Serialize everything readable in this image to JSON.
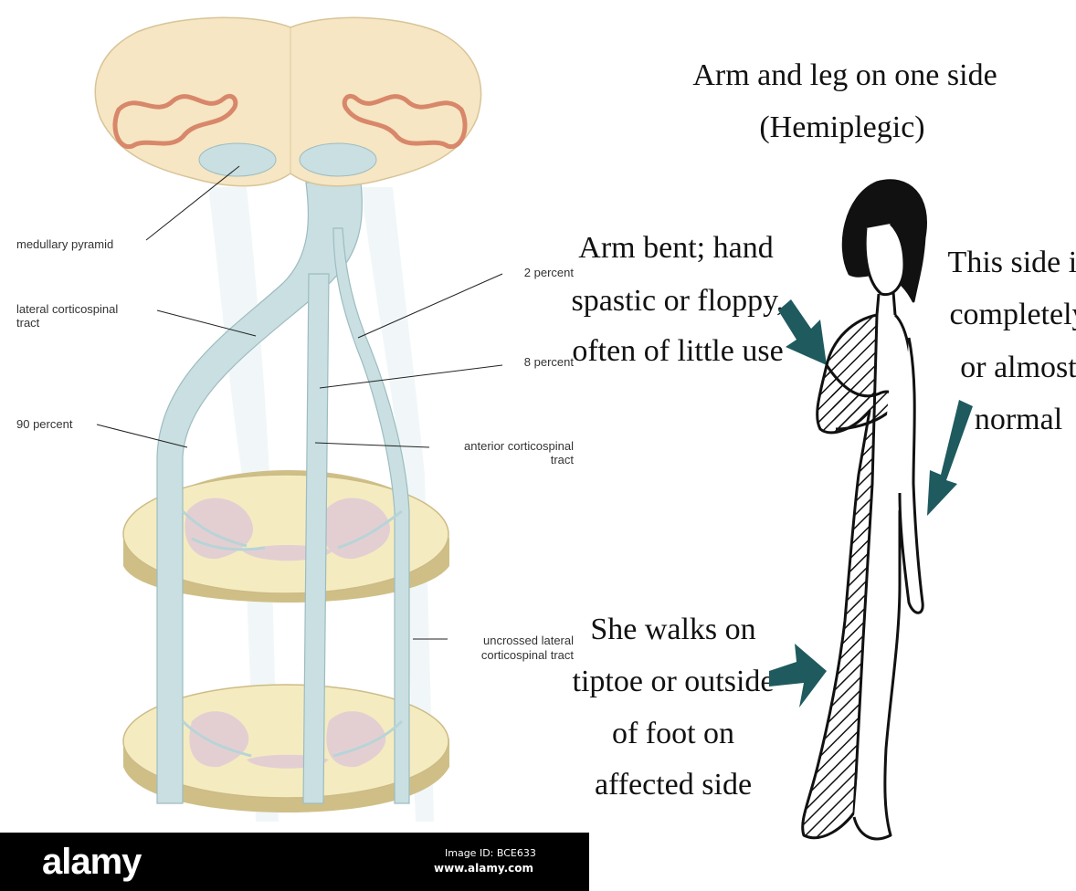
{
  "left_diagram": {
    "labels": {
      "medullary_pyramid": "medullary pyramid",
      "lateral_tract_line1": "lateral corticospinal",
      "lateral_tract_line2": "tract",
      "ninety_percent": "90 percent",
      "two_percent": "2 percent",
      "eight_percent": "8 percent",
      "anterior_line1": "anterior corticospinal",
      "anterior_line2": "tract",
      "uncrossed_line1": "uncrossed lateral",
      "uncrossed_line2": "corticospinal tract"
    },
    "colors": {
      "tissue": "#f6e6c3",
      "tissue_edge": "#d8c498",
      "gray_matter": "#d8876a",
      "tract": "#c9dfe1",
      "tract_edge": "#9dbcc0",
      "spinal_disc": "#f4ecc0",
      "spinal_gray": "#e3cfd2"
    }
  },
  "right_diagram": {
    "title_line1": "Arm and leg on one side",
    "title_line2": "(Hemiplegic)",
    "left_top_line1": "Arm bent; hand",
    "left_top_line2": "spastic or floppy,",
    "left_top_line3": "often of little use",
    "right_line1": "This side is",
    "right_line2": "completely",
    "right_line3": "or almost",
    "right_line4": "normal",
    "left_bottom_line1": "She walks on",
    "left_bottom_line2": "tiptoe or outside",
    "left_bottom_line3": "of foot on",
    "left_bottom_line4": "affected side",
    "colors": {
      "arrow": "#1f5a5f",
      "ink": "#111111"
    }
  },
  "watermark": {
    "logo": "alamy",
    "image_id": "Image ID: BCE633",
    "url": "www.alamy.com"
  }
}
